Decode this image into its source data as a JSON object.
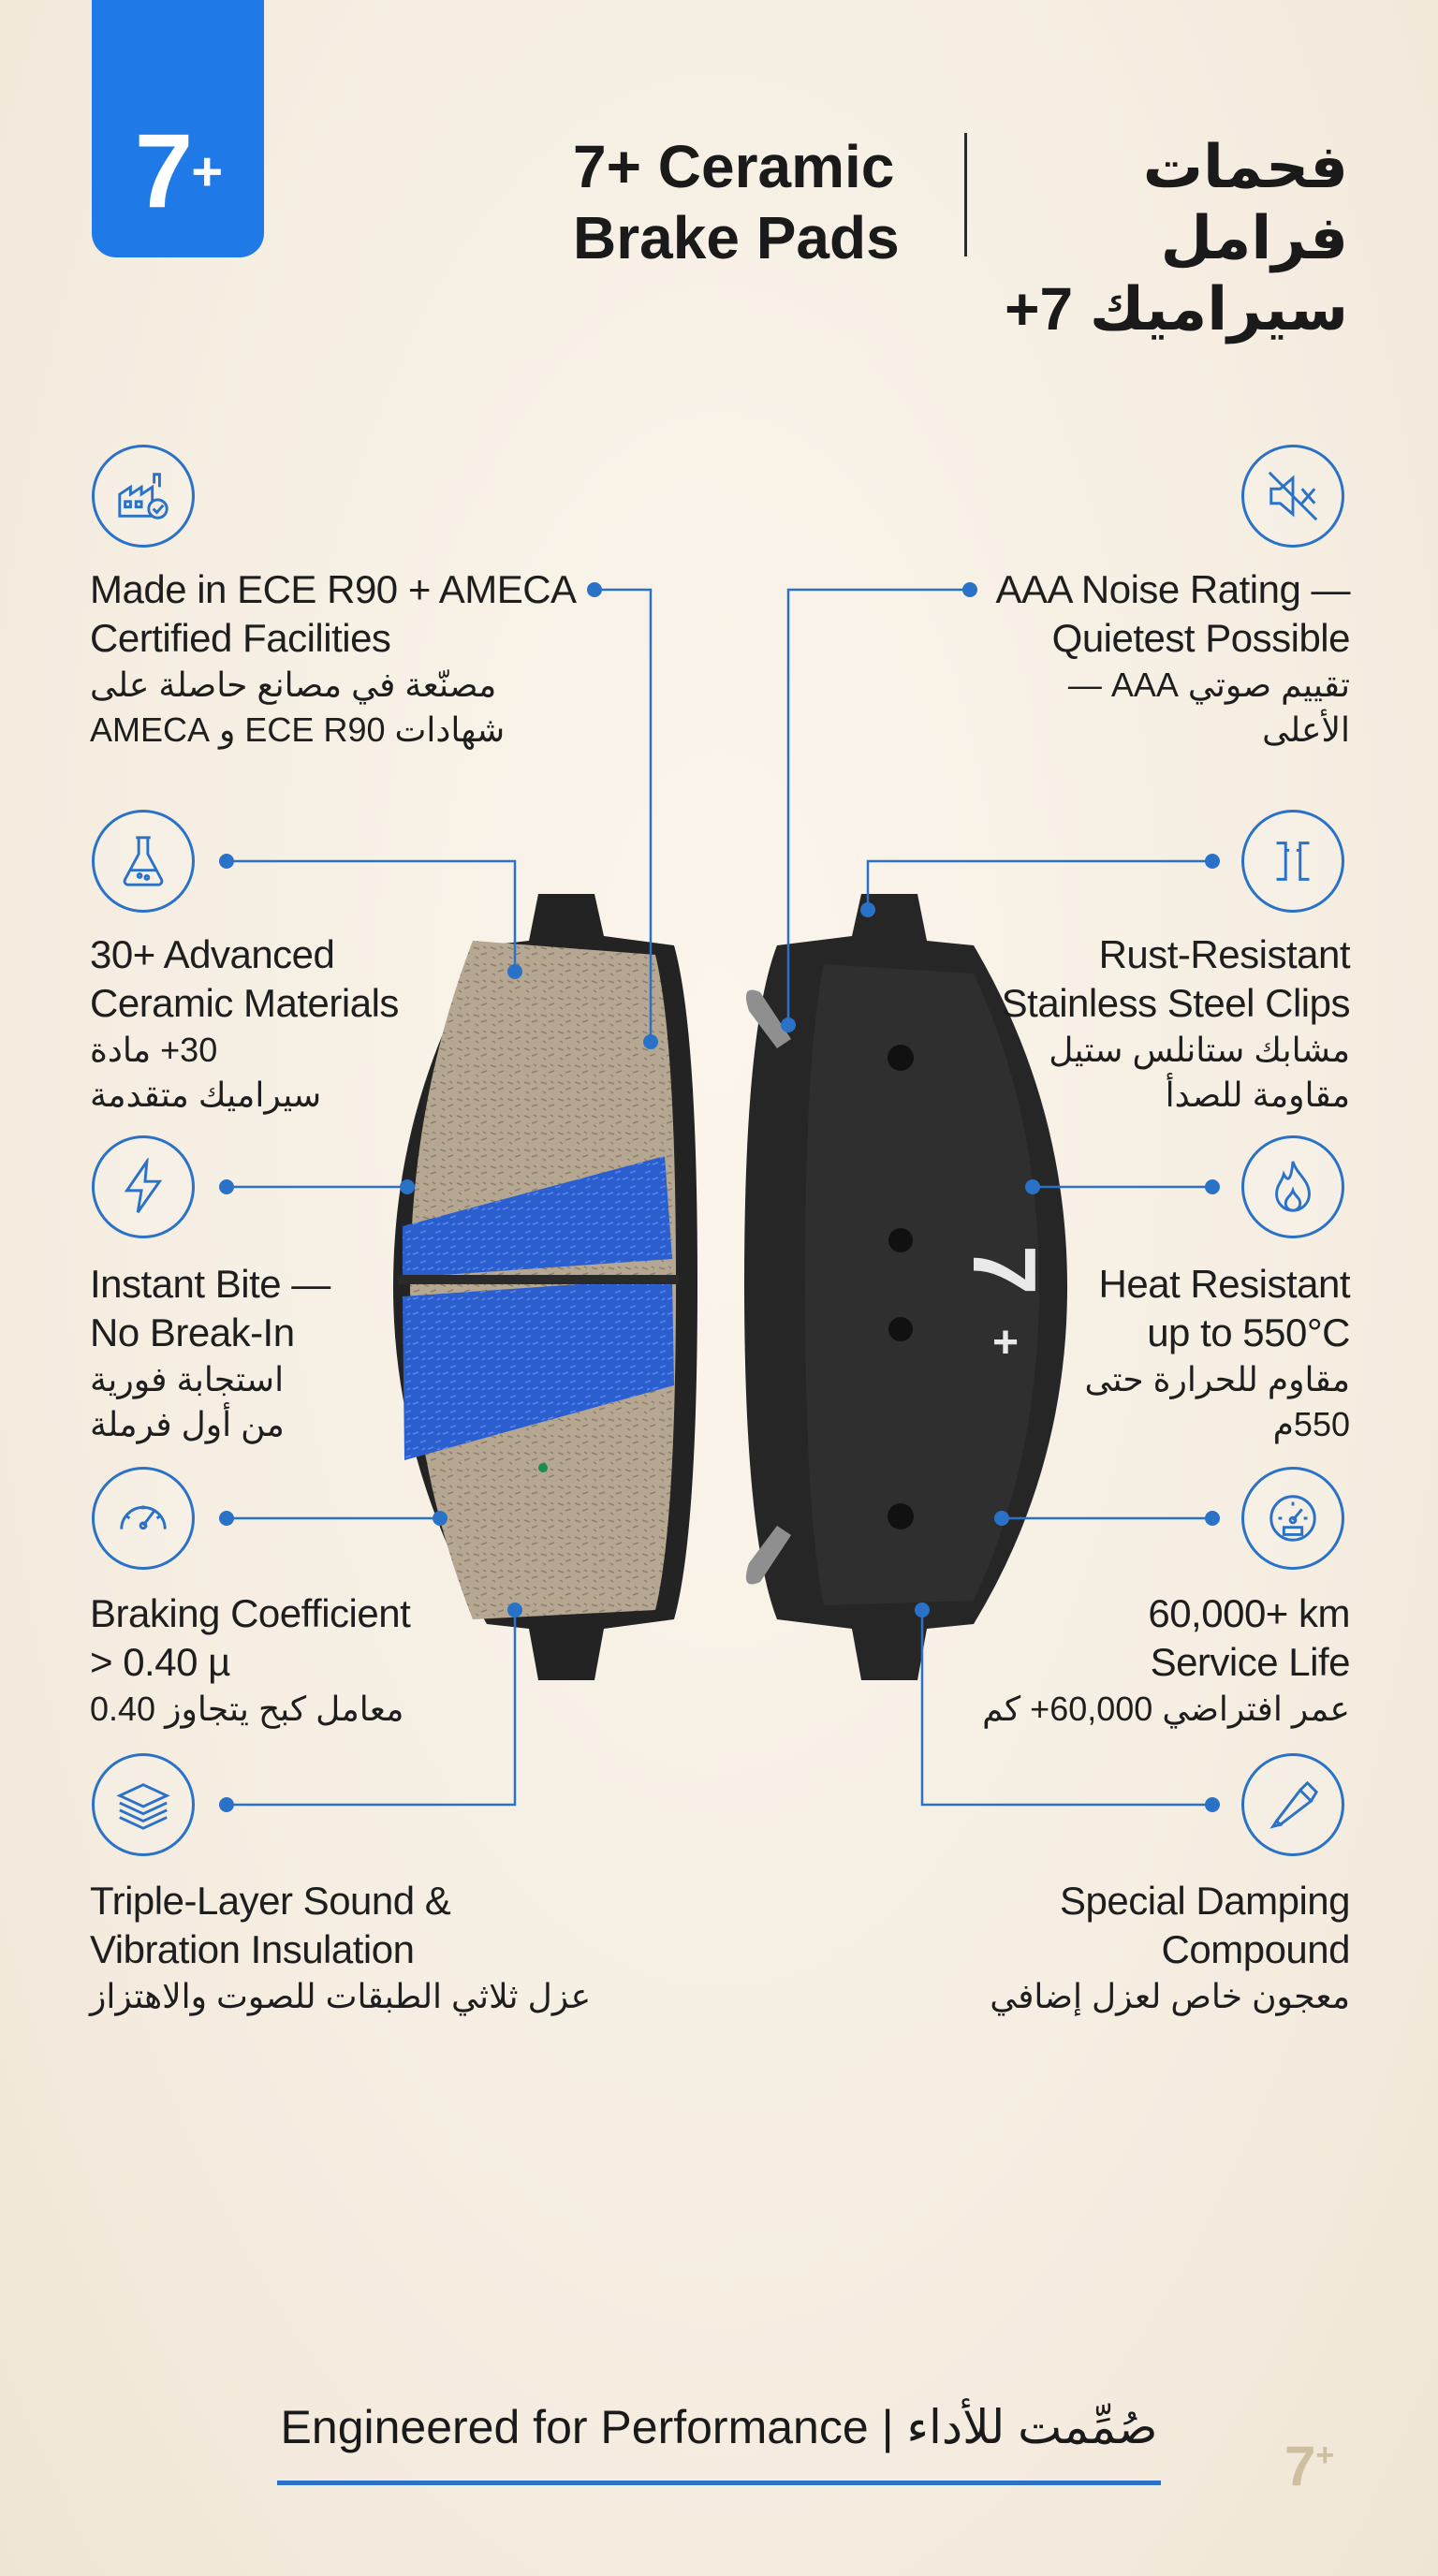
{
  "badge": {
    "number": "7",
    "plus": "+"
  },
  "title": {
    "en_line1": "7+ Ceramic",
    "en_line2": "Brake Pads",
    "ar_line1": "فحمات فرامل",
    "ar_line2": "سيراميك 7+"
  },
  "features_left": [
    {
      "icon": "factory-check-icon",
      "en": [
        "Made in ECE R90 + AMECA",
        "Certified Facilities"
      ],
      "ar": [
        "مصنّعة في مصانع حاصلة على",
        "شهادات ECE R90 و AMECA"
      ]
    },
    {
      "icon": "flask-icon",
      "en": [
        "30+ Advanced",
        "Ceramic Materials"
      ],
      "ar": [
        "30+ مادة",
        "سيراميك متقدمة"
      ]
    },
    {
      "icon": "lightning-icon",
      "en": [
        "Instant Bite —",
        "No Break-In"
      ],
      "ar": [
        "استجابة فورية",
        "من أول فرملة"
      ]
    },
    {
      "icon": "gauge-icon",
      "en": [
        "Braking Coefficient",
        "> 0.40 µ"
      ],
      "ar": [
        "معامل كبح يتجاوز 0.40"
      ]
    },
    {
      "icon": "layers-icon",
      "en": [
        "Triple-Layer Sound &",
        "Vibration Insulation"
      ],
      "ar": [
        "عزل ثلاثي الطبقات للصوت والاهتزاز"
      ]
    }
  ],
  "features_right": [
    {
      "icon": "mute-speaker-icon",
      "en": [
        "AAA Noise Rating —",
        "Quietest Possible"
      ],
      "ar": [
        "تقييم صوتي AAA —",
        "الأعلى"
      ]
    },
    {
      "icon": "clip-icon",
      "en": [
        "Rust-Resistant",
        "Stainless Steel Clips"
      ],
      "ar": [
        "مشابك ستانلس ستيل",
        "مقاومة للصدأ"
      ]
    },
    {
      "icon": "flame-icon",
      "en": [
        "Heat Resistant",
        "up to 550°C"
      ],
      "ar": [
        "مقاوم للحرارة حتى",
        "550م"
      ]
    },
    {
      "icon": "odometer-icon",
      "en": [
        "60,000+ km",
        "Service Life"
      ],
      "ar": [
        "عمر افتراضي 60,000+ كم"
      ]
    },
    {
      "icon": "tube-icon",
      "en": [
        "Special Damping",
        "Compound"
      ],
      "ar": [
        "معجون خاص لعزل إضافي"
      ]
    }
  ],
  "product": {
    "back_logo_num": "7",
    "back_logo_plus": "+"
  },
  "footer": {
    "en": "Engineered for Performance",
    "separator": "|",
    "ar": "صُمِّمت للأداء"
  },
  "corner_logo": {
    "num": "7",
    "plus": "+"
  },
  "colors": {
    "accent": "#2a72c8",
    "badge": "#1f7ae8",
    "background": "#f4ecdf"
  }
}
